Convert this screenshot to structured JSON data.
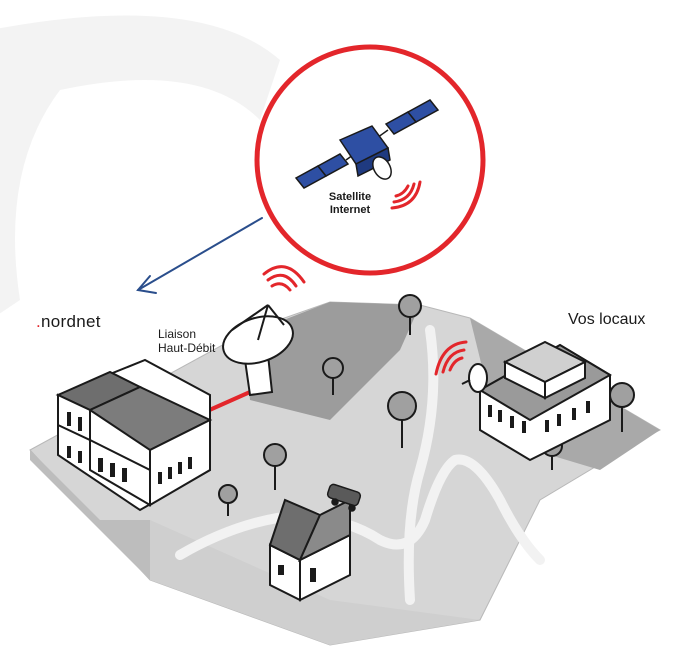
{
  "diagram": {
    "brand": {
      "name": "nordnet",
      "prefix": "."
    },
    "satellite_label": {
      "line1": "Satellite",
      "line2": "Internet"
    },
    "link_label": {
      "line1": "Liaison",
      "line2": "Haut-Débit"
    },
    "site_label": "Vos locaux",
    "colors": {
      "accent_red": "#e3262b",
      "arrow_blue": "#2a4e8c",
      "panel_blue": "#2e4fa3",
      "ground_light": "#d4d4d4",
      "ground_dark": "#9a9a9a"
    },
    "icons": [
      "satellite-icon",
      "dish-antenna-icon",
      "signal-waves-icon",
      "car-icon",
      "tree-icon",
      "building-icon",
      "house-icon"
    ]
  }
}
